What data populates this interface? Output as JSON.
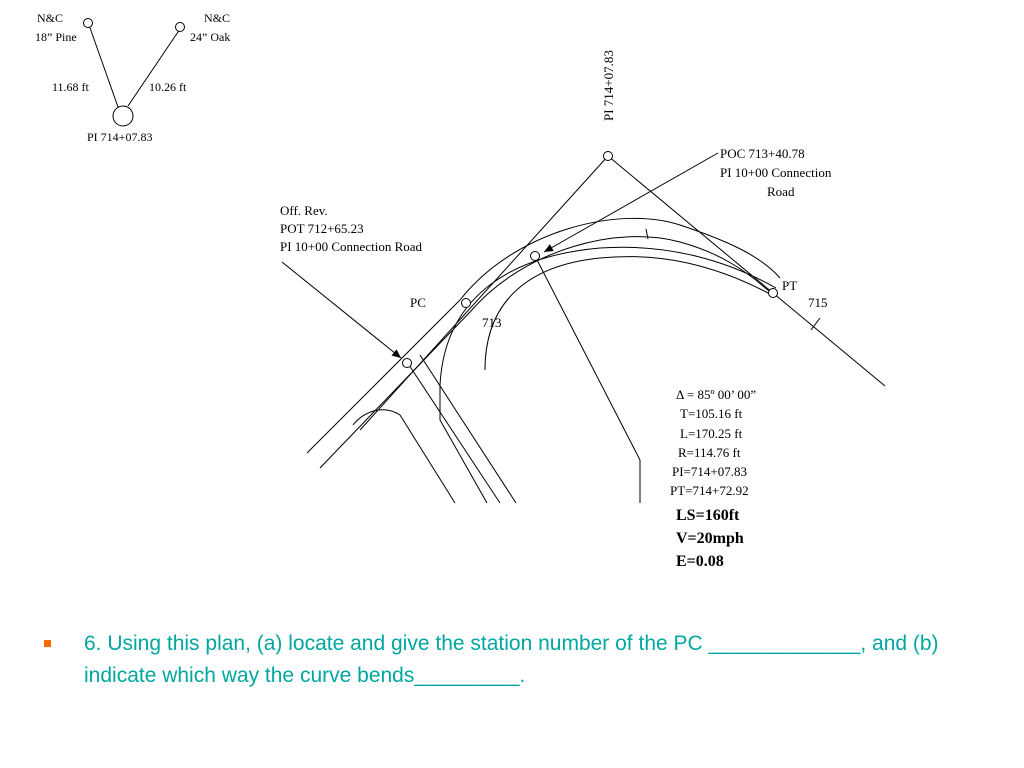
{
  "trees": {
    "left_label": [
      "N&C",
      "18” Pine"
    ],
    "right_label": [
      "N&C",
      "24” Oak"
    ],
    "left_distance": "11.68 ft",
    "right_distance": "10.26 ft",
    "pi_label": "PI 714+07.83"
  },
  "plan": {
    "pi_vertical_label": "PI 714+07.83",
    "poc_label": [
      "POC 713+40.78",
      "PI 10+00 Connection",
      "Road"
    ],
    "off_rev_label": [
      "Off. Rev.",
      "POT 712+65.23",
      "PI 10+00 Connection Road"
    ],
    "pc_label": "PC",
    "pt_label": "PT",
    "station_713": "713",
    "station_715": "715"
  },
  "curve_data": [
    "Δ = 85º 00’  00”",
    "T=105.16 ft",
    "L=170.25 ft",
    "R=114.76 ft",
    "PI=714+07.83",
    "PT=714+72.92"
  ],
  "extra_data": [
    "LS=160ft",
    "V=20mph",
    "E=0.08"
  ],
  "question": {
    "text": "6.  Using this plan, (a) locate and give the station number of the PC _____________, and (b) indicate which way the curve bends_________."
  },
  "colors": {
    "question_text": "#00a7a1",
    "bullet": "#ff6a00",
    "line": "#000000"
  }
}
